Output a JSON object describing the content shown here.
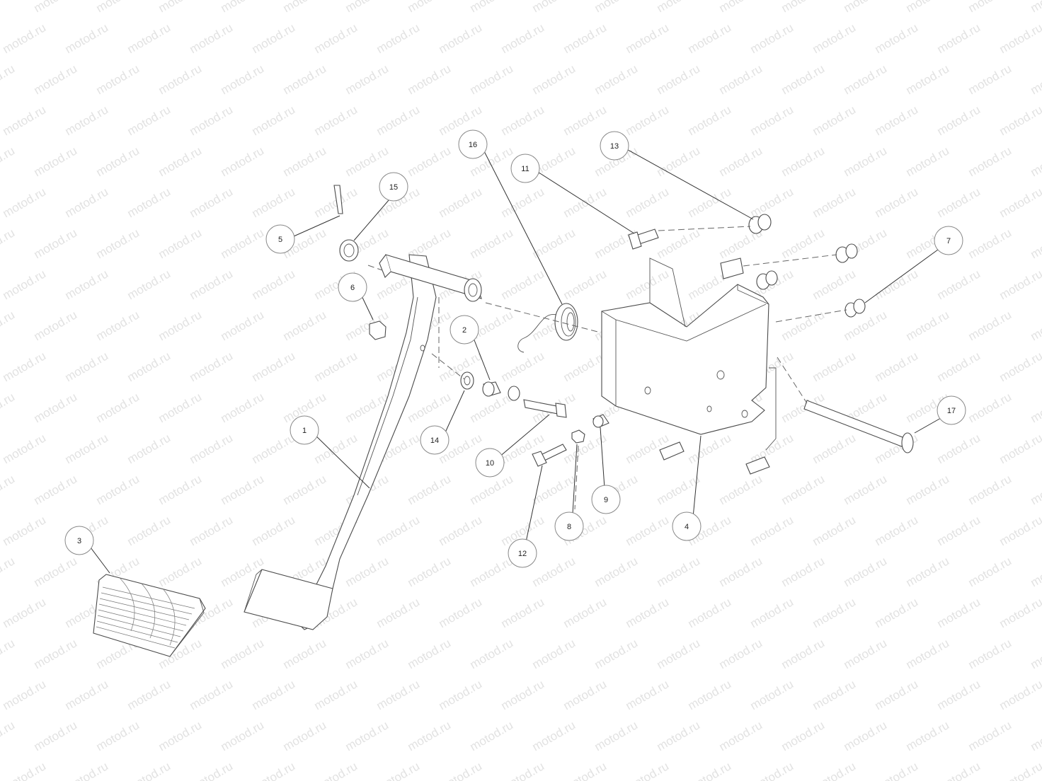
{
  "watermark": "motod.ru",
  "callouts": [
    {
      "label": "1"
    },
    {
      "label": "2"
    },
    {
      "label": "3"
    },
    {
      "label": "4"
    },
    {
      "label": "5"
    },
    {
      "label": "6"
    },
    {
      "label": "7"
    },
    {
      "label": "8"
    },
    {
      "label": "9"
    },
    {
      "label": "10"
    },
    {
      "label": "11"
    },
    {
      "label": "12"
    },
    {
      "label": "13"
    },
    {
      "label": "14"
    },
    {
      "label": "15"
    },
    {
      "label": "16"
    },
    {
      "label": "17"
    }
  ]
}
